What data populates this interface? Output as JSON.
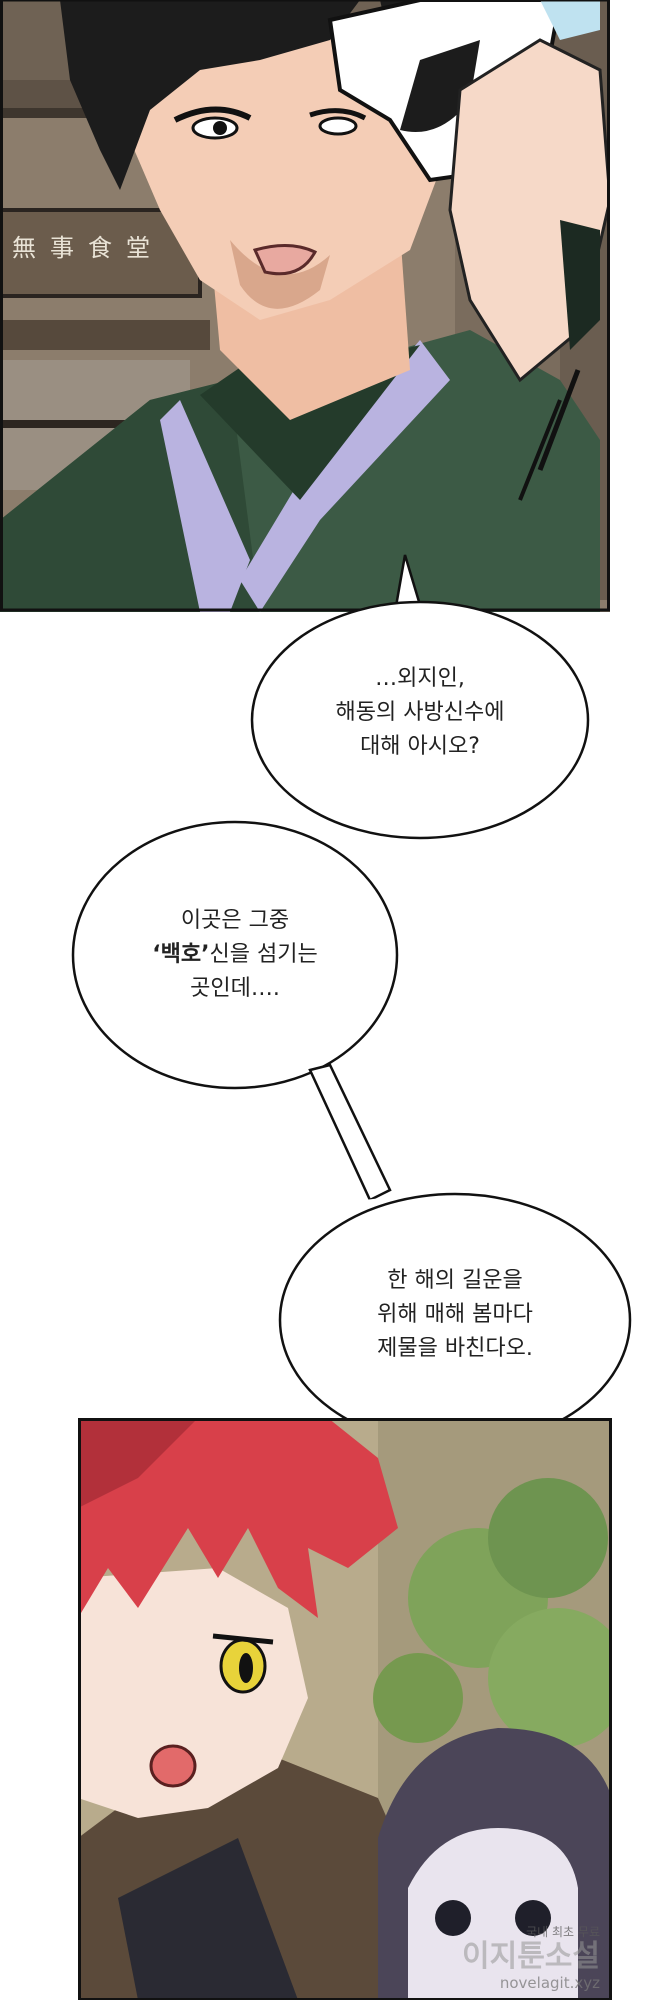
{
  "panel_top": {
    "sign_text": "無事食堂"
  },
  "bubbles": {
    "first": {
      "line1": "…외지인,",
      "line2": "해동의 사방신수에",
      "line3": "대해 아시오?"
    },
    "second": {
      "line1": "이곳은 그중",
      "line2_bold": "‘백호’",
      "line2_rest": "신을 섬기는",
      "line3": "곳인데…."
    },
    "third": {
      "line1": "한 해의 길운을",
      "line2": "위해 매해 봄마다",
      "line3": "제물을 바친다오."
    }
  },
  "watermark": {
    "top": "국내 최초 무료",
    "brand": "이지툰소설",
    "url": "novelagit.xyz"
  },
  "colors": {
    "robe_green": "#3c5a45",
    "collar_lavender": "#b9b3e0",
    "hair_red": "#d8404a",
    "skin": "#f6d9c8",
    "eye_yellow": "#e8d33a"
  }
}
